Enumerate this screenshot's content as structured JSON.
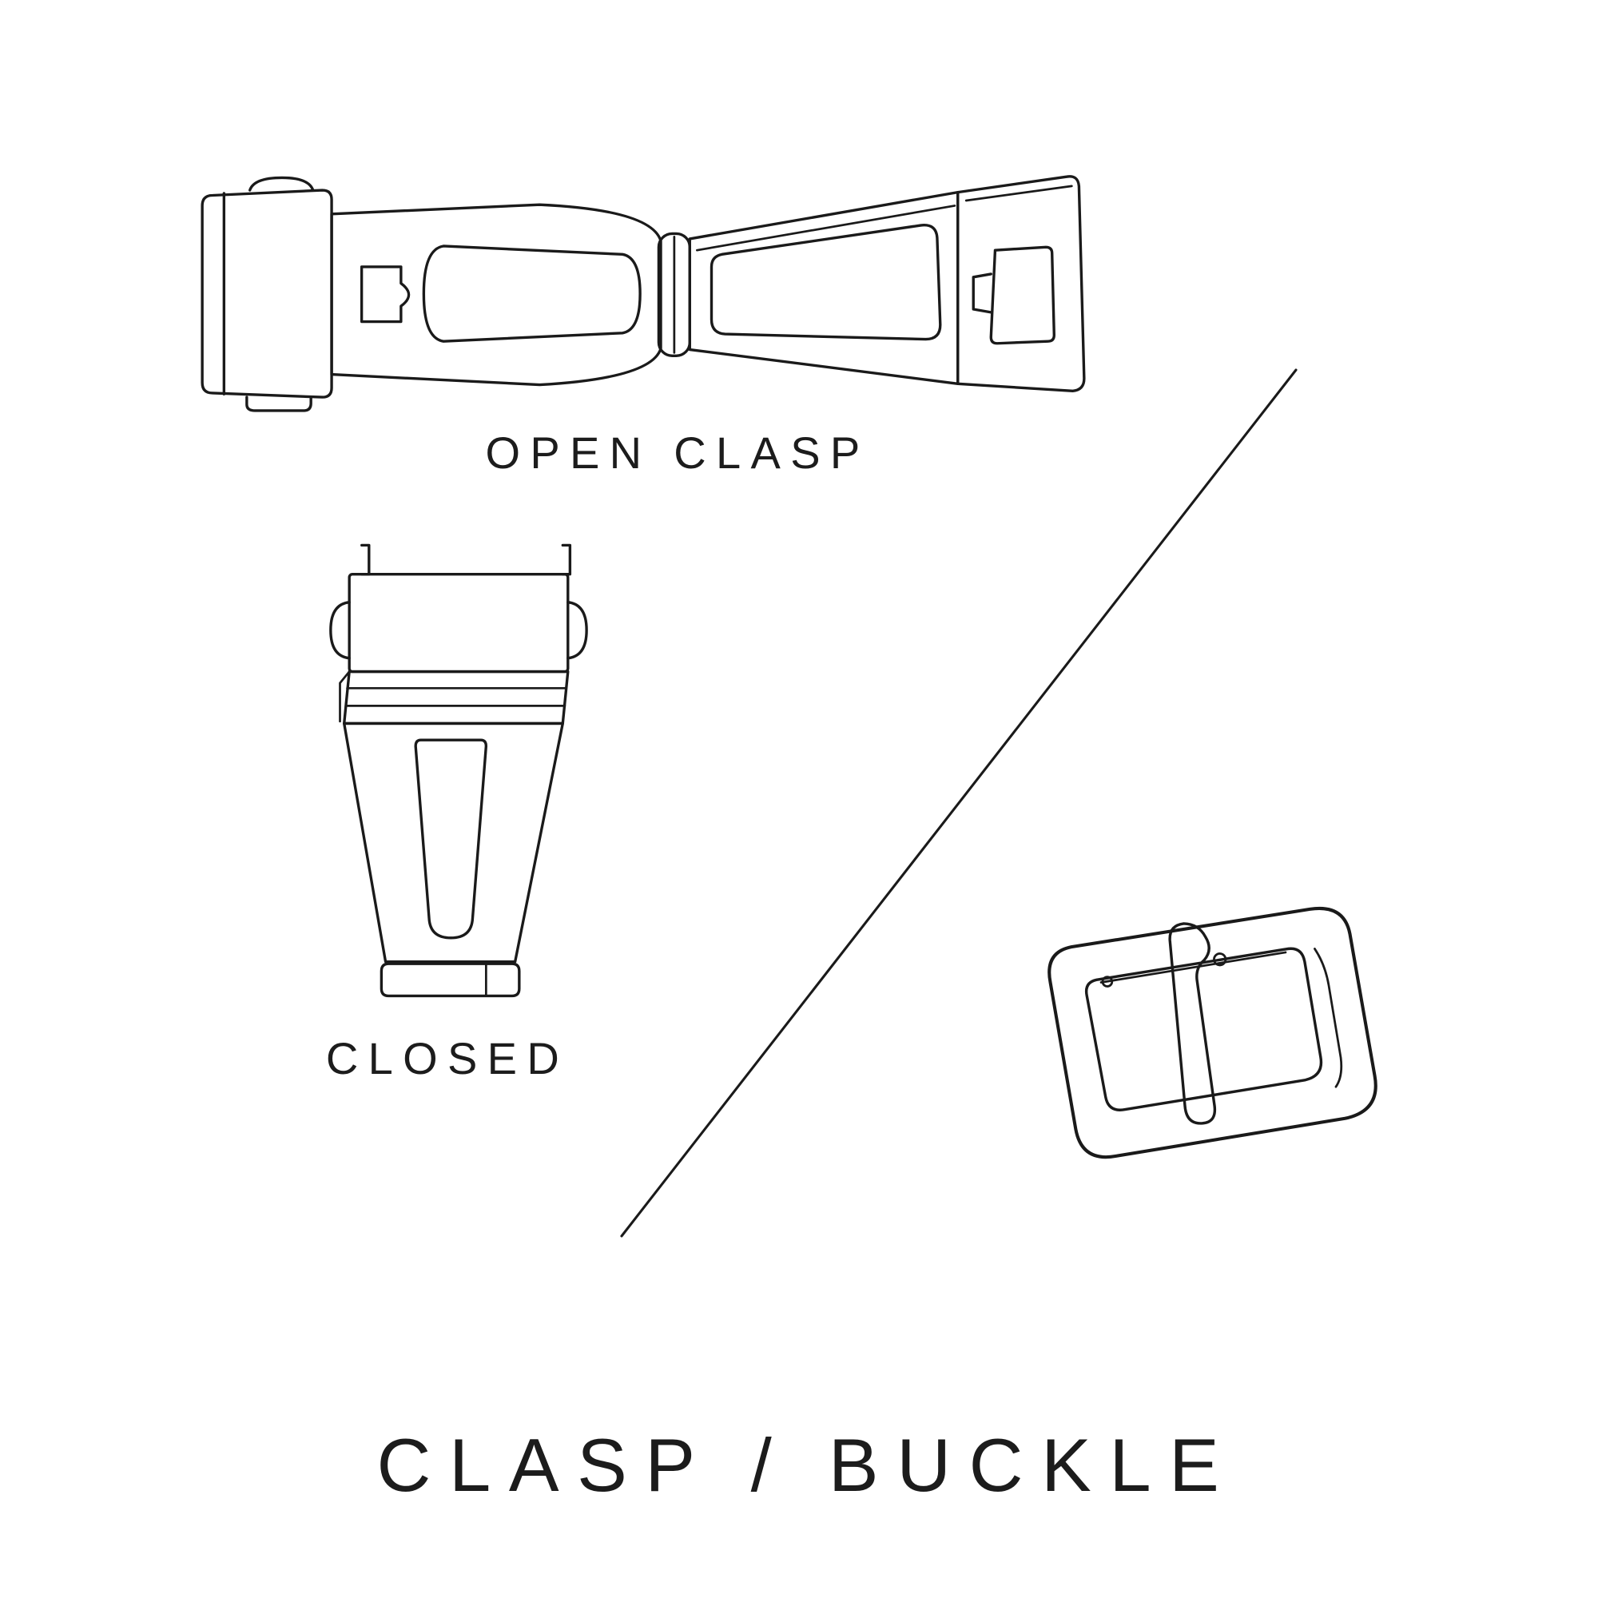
{
  "title": "CLASP / BUCKLE",
  "figures": {
    "open_clasp": {
      "label": "OPEN CLASP",
      "icon": "open-deployant-clasp-illustration"
    },
    "closed_clasp": {
      "label": "CLOSED",
      "icon": "closed-deployant-clasp-illustration"
    },
    "buckle": {
      "icon": "tang-buckle-illustration"
    },
    "divider": {
      "icon": "diagonal-divider-line"
    }
  },
  "colors": {
    "ink": "#1a1a1a",
    "background": "#ffffff"
  }
}
